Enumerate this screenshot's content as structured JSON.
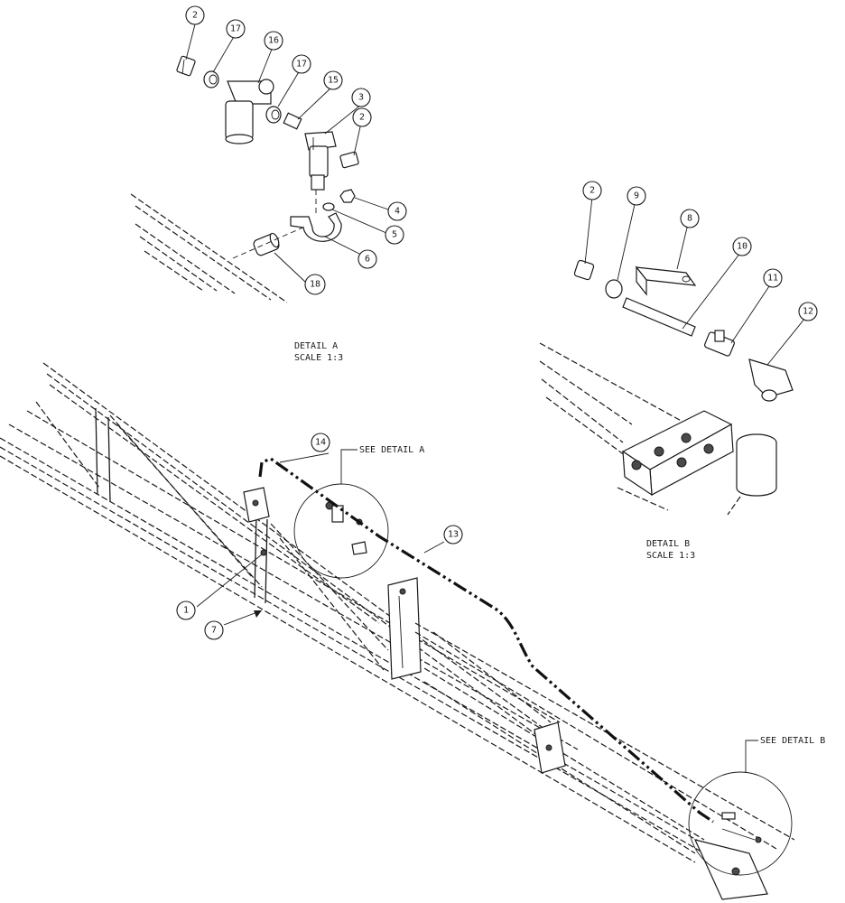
{
  "detail_a": {
    "title": "DETAIL  A",
    "scale": "SCALE  1:3"
  },
  "detail_b": {
    "title": "DETAIL  B",
    "scale": "SCALE  1:3"
  },
  "callouts": {
    "see_detail_a": "SEE DETAIL  A",
    "see_detail_b": "SEE DETAIL  B"
  },
  "balloons": {
    "a_2_left": "2",
    "a_17_left": "17",
    "a_16": "16",
    "a_17_right": "17",
    "a_15": "15",
    "a_3": "3",
    "a_2_right": "2",
    "a_4": "4",
    "a_5": "5",
    "a_6": "6",
    "a_18": "18",
    "b_2": "2",
    "b_9": "9",
    "b_8": "8",
    "b_10": "10",
    "b_11": "11",
    "b_12": "12",
    "m_14": "14",
    "m_13": "13",
    "m_1": "1",
    "m_7": "7"
  }
}
